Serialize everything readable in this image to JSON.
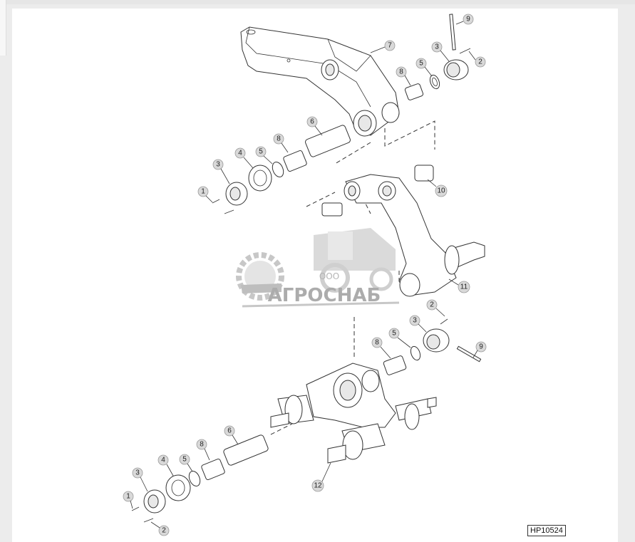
{
  "diagram": {
    "reference_code": "HP10524",
    "callouts": [
      "1",
      "2",
      "3",
      "4",
      "5",
      "6",
      "7",
      "8",
      "9",
      "10",
      "11",
      "12"
    ],
    "watermark": {
      "small_text": "ООО",
      "brand_text": "АГРОСНАБ"
    }
  }
}
